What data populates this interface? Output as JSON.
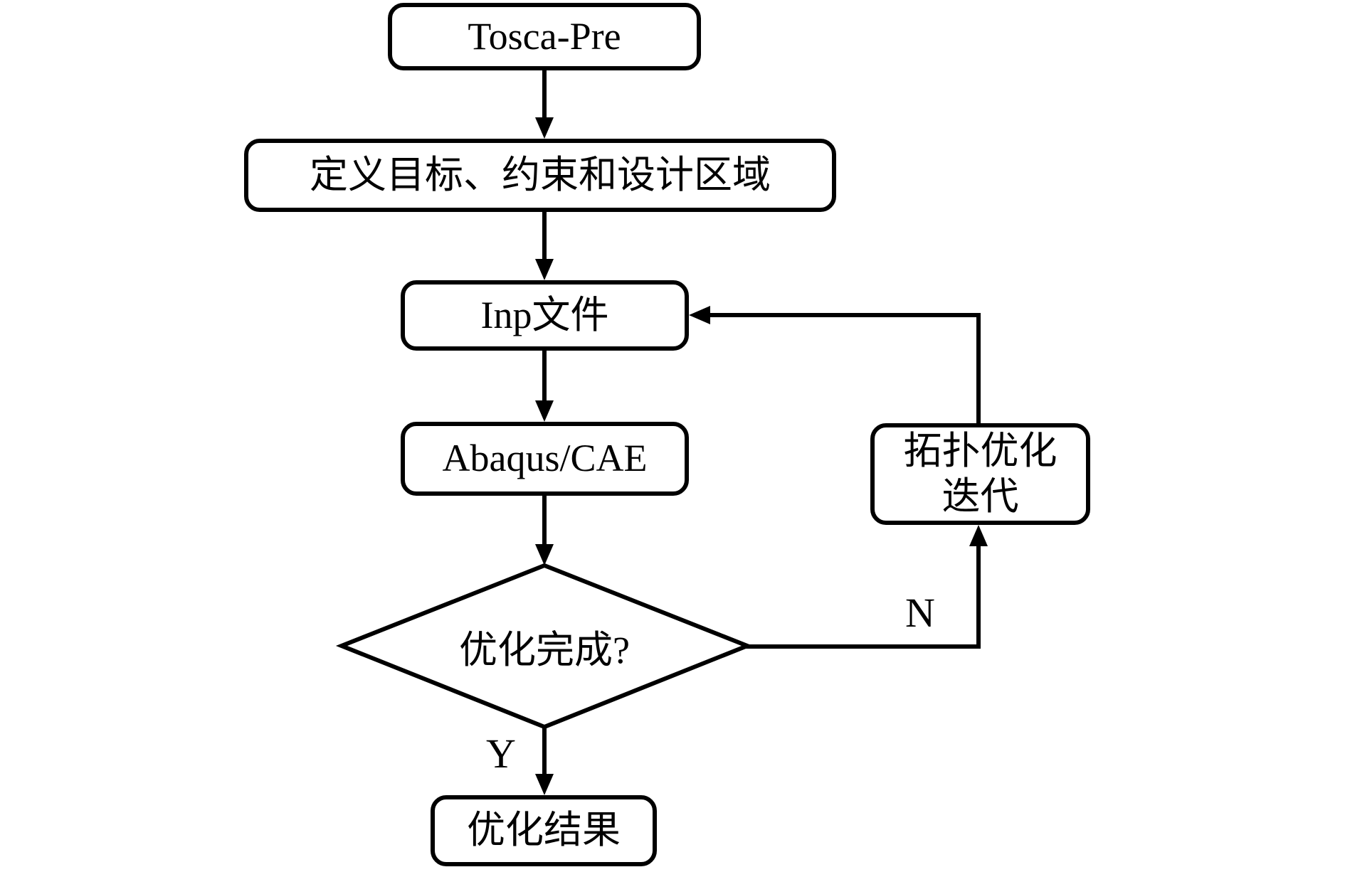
{
  "diagram": {
    "nodes": {
      "tosca_pre": {
        "label": "Tosca-Pre",
        "shape": "rounded-rect"
      },
      "define": {
        "label": "定义目标、约束和设计区域",
        "shape": "rounded-rect"
      },
      "inp": {
        "label": "Inp文件",
        "shape": "rounded-rect"
      },
      "abaqus": {
        "label": "Abaqus/CAE",
        "shape": "rounded-rect"
      },
      "decision": {
        "label": "优化完成?",
        "shape": "diamond"
      },
      "topo_iter": {
        "label": "拓扑优化\n迭代",
        "shape": "rounded-rect"
      },
      "result": {
        "label": "优化结果",
        "shape": "rounded-rect"
      }
    },
    "edge_labels": {
      "yes": "Y",
      "no": "N"
    },
    "colors": {
      "stroke": "#000000",
      "fill": "#ffffff",
      "background": "#ffffff"
    }
  }
}
